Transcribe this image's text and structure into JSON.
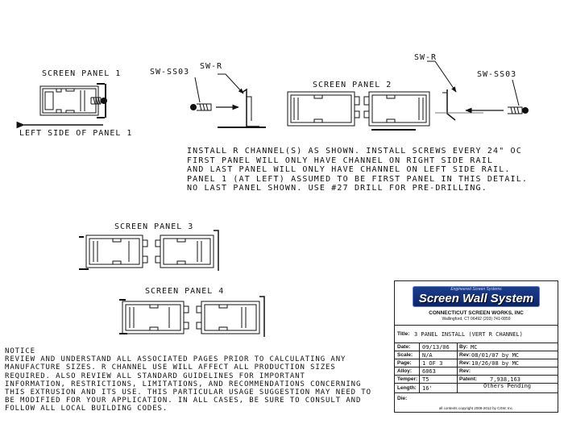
{
  "labels": {
    "screen_panel_1": "SCREEN PANEL 1",
    "left_side": "LEFT SIDE OF PANEL 1",
    "sw_ss03_left": "SW-SS03",
    "sw_r_left": "SW-R",
    "screen_panel_2": "SCREEN PANEL 2",
    "sw_r_right": "SW-R",
    "sw_ss03_right": "SW-SS03",
    "screen_panel_3": "SCREEN PANEL 3",
    "screen_panel_4": "SCREEN PANEL 4"
  },
  "install_note": [
    "INSTALL R CHANNEL(S) AS SHOWN. INSTALL SCREWS EVERY 24\" OC",
    "FIRST PANEL WILL ONLY HAVE CHANNEL ON RIGHT SIDE RAIL",
    "AND LAST PANEL WILL ONLY HAVE CHANNEL ON LEFT SIDE RAIL.",
    "PANEL 1 (AT LEFT) ASSUMED TO BE FIRST PANEL IN THIS DETAIL.",
    "NO LAST PANEL SHOWN. USE #27 DRILL FOR PRE-DRILLING."
  ],
  "notice": [
    "NOTICE",
    "REVIEW AND UNDERSTAND ALL ASSOCIATED PAGES PRIOR TO CALCULATING ANY",
    "MANUFACTURE SIZES. R CHANNEL USE WILL AFFECT ALL PRODUCTION SIZES",
    "REQUIRED. ALSO REVIEW ALL STANDARD GUIDELINES FOR IMPORTANT",
    "INFORMATION, RESTRICTIONS, LIMITATIONS, AND RECOMMENDATIONS CONCERNING",
    "THIS EXTRUSION AND ITS USE. THIS PARTICULAR USAGE SUGGESTION MAY NEED TO",
    "BE MODIFIED FOR YOUR APPLICATION. IN ALL CASES, BE SURE TO CONSULT AND",
    "FOLLOW ALL LOCAL BUILDING CODES."
  ],
  "title_block": {
    "tagline": "Engineered Screen Systems",
    "brand": "Screen Wall System",
    "company": "CONNECTICUT SCREEN WORKS, INC",
    "address": "Wallingford, CT 06492 (203) 741-0859",
    "title_label": "Title:",
    "title_value": "3 PANEL INSTALL (VERT R CHANNEL)",
    "date_label": "Date:",
    "date_value": "09/13/06",
    "by_label": "By:",
    "by_value": "MC",
    "scale_label": "Scale:",
    "scale_value": "N/A",
    "rev1_label": "Rev:",
    "rev1_value": "08/01/07 by MC",
    "page_label": "Page:",
    "page_value": "1 OF 3",
    "rev2_label": "Rev:",
    "rev2_value": "10/26/08 by MC",
    "alloy_label": "Alloy:",
    "alloy_value": "6063",
    "rev3_label": "Rev:",
    "rev3_value": "",
    "temper_label": "Temper:",
    "temper_value": "T5",
    "patent_label": "Patent:",
    "patent_value": "7,938,163",
    "patent_note": "Others Pending",
    "length_label": "Length:",
    "length_value": "16'",
    "die_label": "Die:",
    "die_value": "",
    "copyright": "all contents copyright 2008-2012 by CSW, Inc."
  }
}
